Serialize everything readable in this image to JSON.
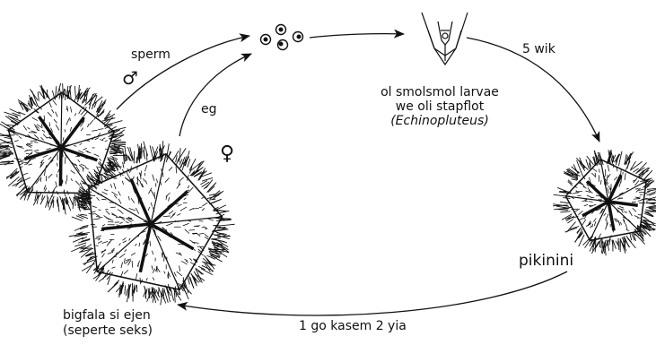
{
  "labels": {
    "sperm": "sperm",
    "male_symbol": "♂",
    "egg": "eg",
    "female_symbol": "♀",
    "larvae_line1": "ol smolsmol larvae",
    "larvae_line2": "we oli stapflot",
    "larvae_latin": "(Echinopluteus)",
    "five_weeks": "5 wik",
    "juvenile": "pikinini",
    "adult_line1": "bigfala si ejen",
    "adult_line2": "(seperte seks)",
    "duration": "1 go kasem 2 yia"
  },
  "colors": {
    "ink": "#111111",
    "paper": "#ffffff"
  }
}
